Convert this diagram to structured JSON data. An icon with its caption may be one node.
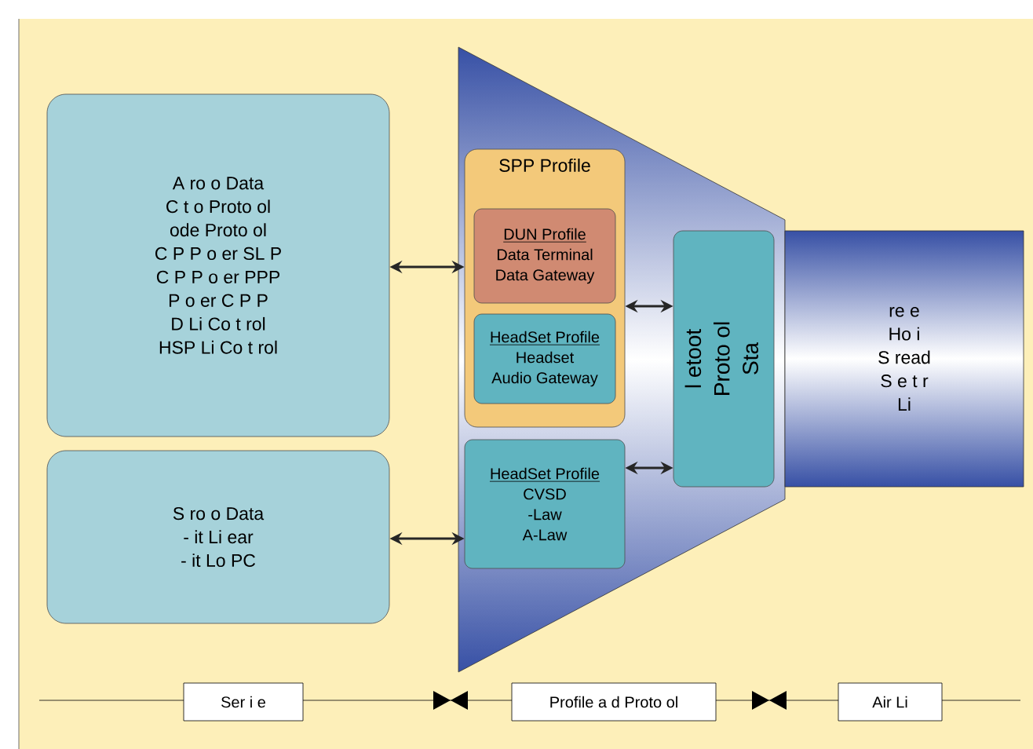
{
  "diagram": {
    "nodes": [
      {
        "text": [
          "A ro o Data",
          "C t o Proto ol",
          "ode Proto ol",
          "C P P o er SL P",
          "C P P o er PPP",
          "P o er C P P",
          "D Li Co t rol",
          "HSP Li Co t rol"
        ]
      },
      {
        "text": [
          "S ro o Data",
          "- it Li ear",
          "- it Lo PC"
        ]
      },
      {
        "text": [],
        "shape": "trapezoid"
      },
      {
        "text": [
          "SPP Profile"
        ],
        "in": 2
      },
      {
        "text": [
          "DUN Profile",
          "Data Terminal",
          "Data Gateway"
        ],
        "in": 3
      },
      {
        "text": [
          "HeadSet Profile",
          "Headset",
          "Audio Gateway"
        ],
        "in": 3
      },
      {
        "text": [
          "HeadSet Profile",
          "CVSD",
          "-Law",
          "A-Law"
        ],
        "in": 2
      },
      {
        "text": [
          "l etoot",
          "Proto ol",
          "Sta"
        ],
        "in": 2
      },
      {
        "text": [
          "re e",
          "Ho i",
          "S read",
          "S e t r",
          "Li"
        ]
      }
    ],
    "edges": [
      {
        "from": 0,
        "to": 3,
        "arrow": "both"
      },
      {
        "from": 1,
        "to": 6,
        "arrow": "both"
      },
      {
        "from": 3,
        "to": 7,
        "arrow": "both"
      },
      {
        "from": 6,
        "to": 7,
        "arrow": "both"
      }
    ],
    "labels": [
      "Ser i e",
      "Profile a d Proto ol",
      "Air Li"
    ]
  }
}
